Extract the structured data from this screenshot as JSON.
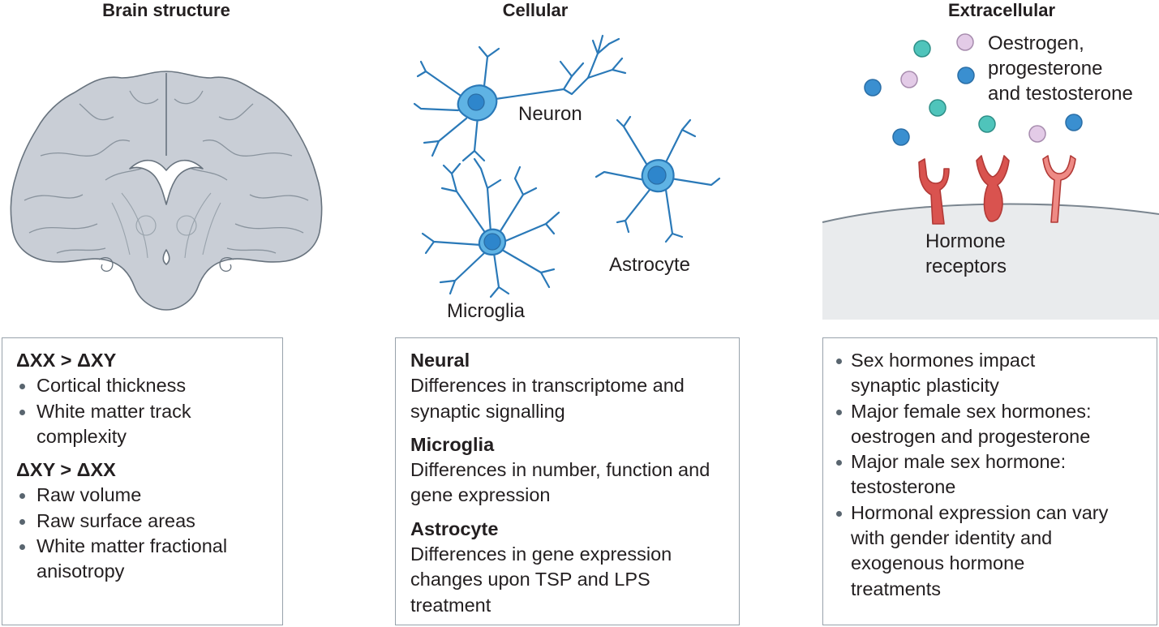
{
  "panels": [
    {
      "title": "Brain structure"
    },
    {
      "title": "Cellular"
    },
    {
      "title": "Extracellular"
    }
  ],
  "labels": {
    "neuron": "Neuron",
    "astrocyte": "Astrocyte",
    "microglia": "Microglia",
    "hormones": [
      "Oestrogen,",
      "progesterone",
      "and testosterone"
    ],
    "receptors": [
      "Hormone",
      "receptors"
    ]
  },
  "box1": {
    "heading1": "ΔXX > ΔXY",
    "items1": [
      "Cortical thickness",
      "White matter track complexity"
    ],
    "heading2": "ΔXY > ΔXX",
    "items2": [
      "Raw volume",
      "Raw surface areas",
      "White matter fractional anisotropy"
    ]
  },
  "box2": [
    {
      "heading": "Neural",
      "text": "Differences in transcriptome and synaptic signalling"
    },
    {
      "heading": "Microglia",
      "text": "Differences in number, function and gene expression"
    },
    {
      "heading": "Astrocyte",
      "text": "Differences in gene expression changes upon TSP and LPS treatment"
    }
  ],
  "box3": {
    "items": [
      "Sex hormones impact synaptic plasticity",
      "Major female sex hormones: oestrogen and progesterone",
      "Major male sex hormone: testosterone",
      "Hormonal expression can vary with gender identity and exogenous hormone treatments"
    ]
  },
  "colors": {
    "brain_fill": "#c9ced6",
    "brain_stroke": "#68737e",
    "cell_fill": "#5fb3e4",
    "cell_stroke": "#2a79b8",
    "nucleus": "#2e86cc",
    "oestrogen": "#3a8fd0",
    "progesterone": "#e3cbe7",
    "testosterone": "#4fc4bb",
    "receptor": "#d9534f",
    "receptor_light": "#ee8a85",
    "membrane": "#e9ebed"
  }
}
